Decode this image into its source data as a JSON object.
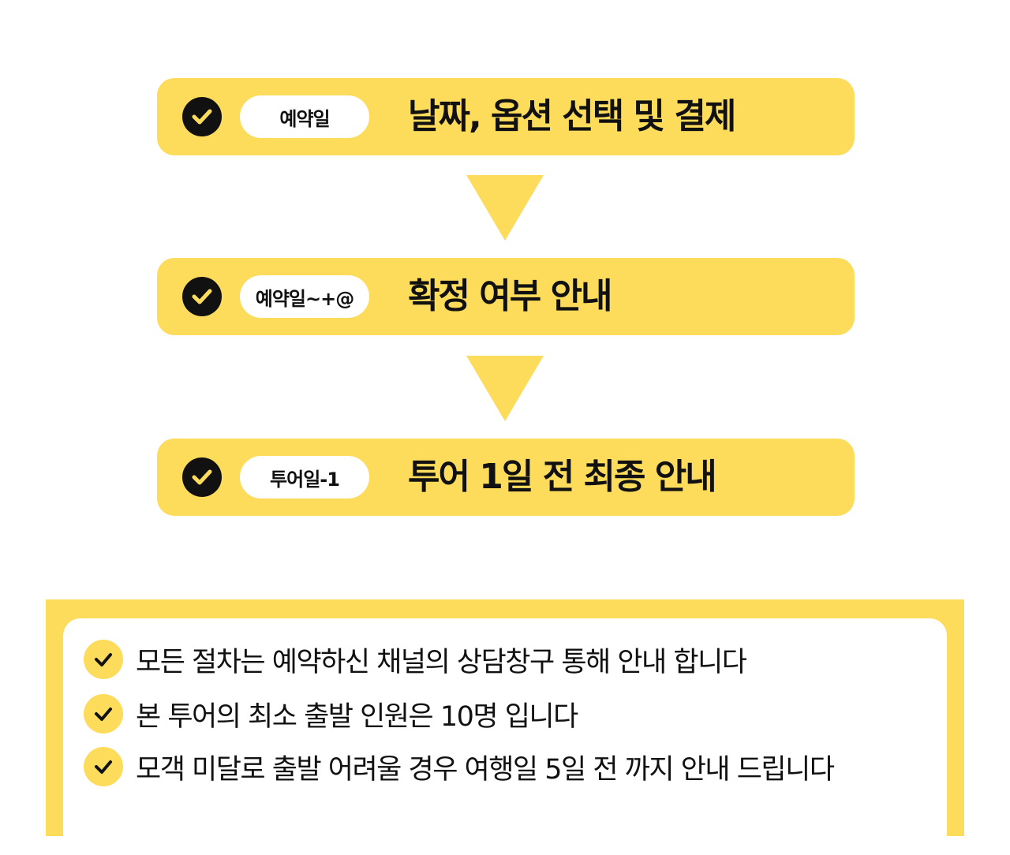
{
  "steps": [
    {
      "badge": "예약일",
      "title": "날짜, 옵션 선택 및 결제"
    },
    {
      "badge": "예약일~+@",
      "title": "확정 여부 안내"
    },
    {
      "badge": "투어일-1",
      "title": "투어 1일 전 최종 안내"
    }
  ],
  "notes": [
    "모든 절차는 예약하신 채널의 상담창구 통해 안내 합니다",
    "본 투어의 최소 출발 인원은 10명 입니다",
    "모객 미달로 출발 어려울 경우 여행일 5일 전 까지 안내 드립니다"
  ],
  "colors": {
    "accent": "#FDDC5C",
    "dark": "#111111"
  }
}
